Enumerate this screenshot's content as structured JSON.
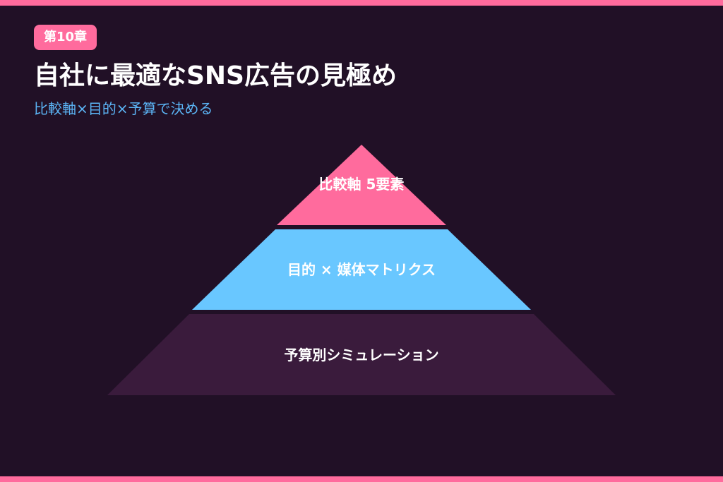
{
  "colors": {
    "background": "#211026",
    "accent_pink": "#ff6b9d",
    "accent_blue": "#69c7ff",
    "tier_dark": "#3a1b3c",
    "text_white": "#ffffff",
    "subtitle_blue": "#5bb4f5"
  },
  "header": {
    "badge": "第10章",
    "title": "自社に最適なSNS広告の見極め",
    "subtitle": "比較軸×目的×予算で決める"
  },
  "pyramid": {
    "tiers": [
      {
        "label": "比較軸 5要素",
        "color": "#ff6b9d"
      },
      {
        "label": "目的 × 媒体マトリクス",
        "color": "#69c7ff"
      },
      {
        "label": "予算別シミュレーション",
        "color": "#3a1b3c"
      }
    ]
  }
}
